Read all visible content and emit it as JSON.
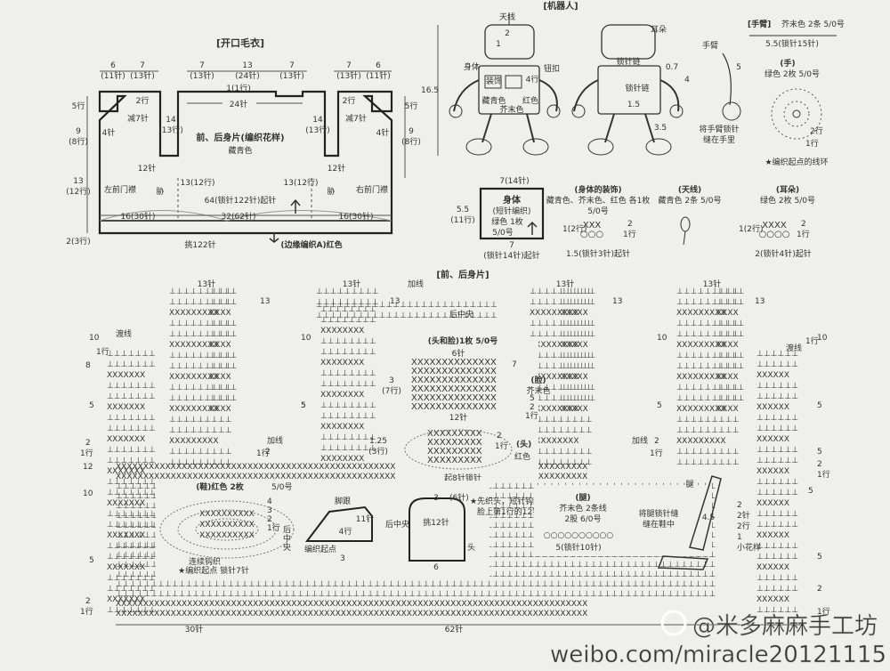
{
  "sweater": {
    "title": "[开口毛衣]",
    "main_label": "前、后身片(编织花样)",
    "color": "藏青色",
    "top_dims": [
      "6",
      "(11针)",
      "7",
      "(13针)",
      "7",
      "(13针)",
      "13",
      "(24针)",
      "7",
      "(13针)",
      "7",
      "(13针)",
      "6",
      "(11针)"
    ],
    "center_top": "1(1行)",
    "center_24": "24针",
    "left_side": [
      "5行",
      "9",
      "(8行)",
      "13",
      "(12行)",
      "2(3行)"
    ],
    "right_side": [
      "5行",
      "9",
      "(8行)"
    ],
    "left_labels": [
      "2行",
      "减7针",
      "4针",
      "14",
      "(13行)",
      "12针",
      "13(12行)",
      "胁",
      "左前门襟"
    ],
    "right_labels": [
      "2行",
      "减7针",
      "4针",
      "14",
      "(13行)",
      "12针",
      "13(12行)",
      "胁",
      "右前门襟"
    ],
    "bottom_start": "64(锁针122针)起针",
    "bottom_dims": [
      "16(30针)",
      "32(62针)",
      "16(30针)"
    ],
    "band": "挑122针",
    "band_label": "(边缘编织A)红色"
  },
  "robot": {
    "title": "[机器人]",
    "labels": [
      "天线",
      "2",
      "1",
      "耳朵",
      "身体",
      "钮扣",
      "藏青色",
      "芥末色",
      "红色",
      "4行",
      "装饰",
      "锁针链",
      "锁针链",
      "0.7",
      "4",
      "16.5",
      "1.5",
      "3.5"
    ]
  },
  "arm": {
    "title": "[手臂]",
    "info": "芥末色 2条 5/0号",
    "dim": "5.5(锁针15针)",
    "label": "手臂",
    "dim2": "5",
    "sew": [
      "将手臂锁针",
      "缝在手里"
    ]
  },
  "hand": {
    "title": "(手)",
    "info": "绿色 2枚 5/0号",
    "note": "★编织起点的线环",
    "rows": [
      "2行",
      "1行"
    ]
  },
  "body_part": {
    "dim_top": "7(14针)",
    "label1": "身体",
    "label2": "(短针编织)",
    "color": "绿色 1枚",
    "hook": "5/0号",
    "left": [
      "5.5",
      "(11行)"
    ],
    "bottom": "7",
    "start": "(锁针14针)起针"
  },
  "decor": {
    "title": "(身体的装饰)",
    "info": "藏青色、芥末色、红色 各1枚",
    "hook": "5/0号",
    "rows": [
      "2",
      "1行"
    ],
    "row_left": "1(2行)",
    "start": "1.5(锁针3针)起针"
  },
  "antenna": {
    "title": "(天线)",
    "info": "藏青色 2条 5/0号"
  },
  "ear": {
    "title": "(耳朵)",
    "info": "绿色 2枚 5/0号",
    "rows": [
      "2",
      "1行"
    ],
    "row_left": "1(2行)",
    "start": "2(锁针4针)起针"
  },
  "pattern": {
    "title": "[前、后身片]",
    "top_counts": [
      "13针",
      "13针",
      "13针",
      "13针"
    ],
    "top_rows": [
      "13",
      "13",
      "13",
      "13"
    ],
    "add_thread": "加线",
    "center_back": "后中央",
    "left_rows": [
      "10",
      "8",
      "5",
      "5",
      "2",
      "1行",
      "12",
      "10",
      "5",
      "2",
      "1行"
    ],
    "right_rows": [
      "10",
      "5",
      "5",
      "5",
      "2",
      "1行",
      "2",
      "1行",
      "5",
      "2",
      "1行"
    ],
    "inner_rows": [
      "10",
      "5",
      "2",
      "1行",
      "10",
      "5"
    ],
    "transfer": "渡线",
    "row1": "1行",
    "add_left": "加线",
    "add_right": "加线",
    "bottom_30": "30针",
    "bottom_62": "62针"
  },
  "head": {
    "title": "(头和脸)1枚 5/0号",
    "top": "6针",
    "rows": [
      "3",
      "(7行)"
    ],
    "face": "(脸)",
    "face_color": "芥末色",
    "count12": "12针",
    "row_labels": [
      "7",
      "5",
      "2",
      "1行"
    ],
    "head_label": "(头)",
    "head_color": "红色",
    "rows2": [
      "1.25",
      "(3行)"
    ],
    "start": "起8针锁针",
    "row_labels2": [
      "2",
      "1行"
    ]
  },
  "shoe": {
    "title": "(鞋)红色 2枚",
    "hook": "5/0号",
    "notes": [
      "连续钩织",
      "★编织起点 锁针7针"
    ],
    "rows": [
      "4",
      "3",
      "2",
      "1行"
    ],
    "heel": "脚跟",
    "dims": [
      "11针",
      "4行",
      "3",
      "编织起点"
    ],
    "center": [
      "后",
      "中",
      "央"
    ],
    "dims2": [
      "3",
      "(6针)",
      "挑12针",
      "头",
      "6"
    ],
    "knit_note": [
      "★先织头，短针钩织",
      "脸上第1行的12针"
    ],
    "center2": [
      "后中央"
    ]
  },
  "leg": {
    "title": "(腿)",
    "info1": "芥末色 2条线",
    "info2": "2股 6/0号",
    "start": "5(锁针10针)",
    "label": "腿",
    "note": [
      "将腿锁针缝",
      "缝在鞋中"
    ],
    "dim": "4.5",
    "side": [
      "2",
      "2针",
      "2行",
      "1",
      "小花样"
    ]
  },
  "watermark": {
    "line1": "@米多麻麻手工坊",
    "line2": "weibo.com/miracle20121115"
  }
}
